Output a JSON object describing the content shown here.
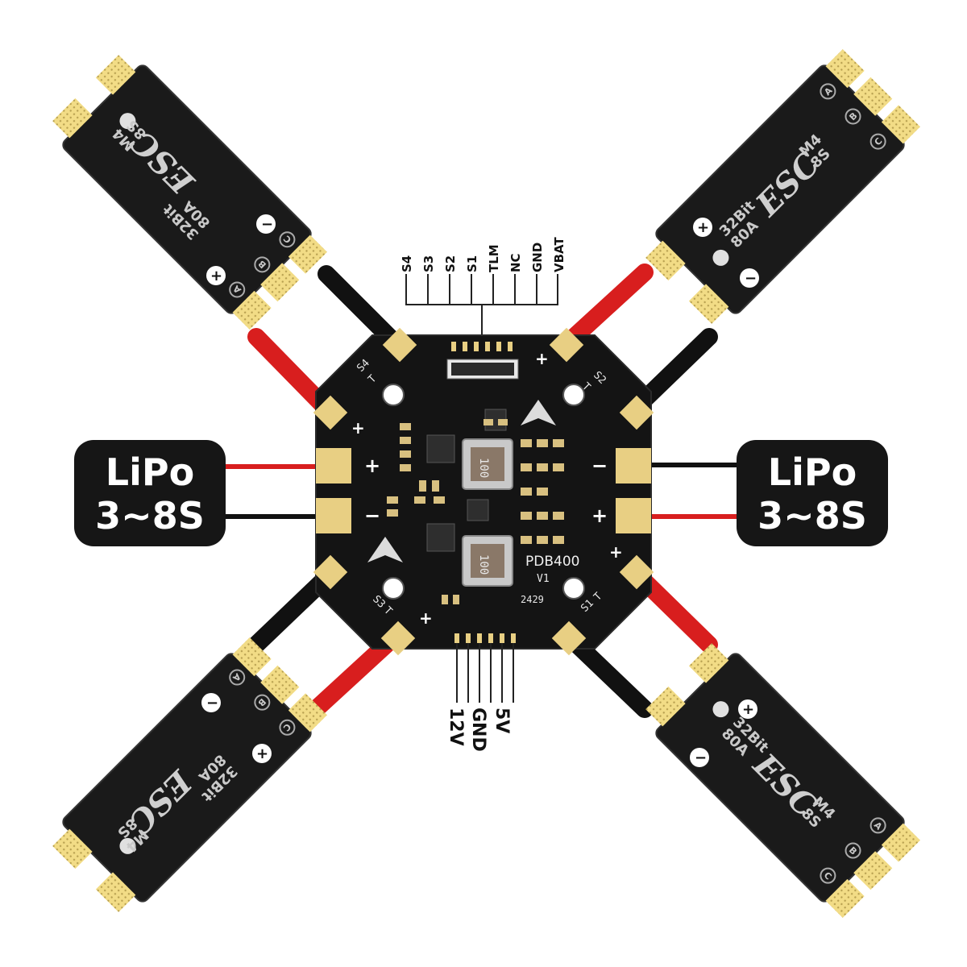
{
  "board": {
    "name": "PDB400",
    "version": "V1",
    "date_code": "2429",
    "inductor_marking": "100"
  },
  "pin_labels_top": [
    "S4",
    "S3",
    "S2",
    "S1",
    "TLM",
    "NC",
    "GND",
    "VBAT"
  ],
  "pin_labels_bottom": [
    "12V",
    "GND",
    "5V"
  ],
  "battery": {
    "left": {
      "line1": "LiPo",
      "line2": "3~8S"
    },
    "right": {
      "line1": "LiPo",
      "line2": "3~8S"
    }
  },
  "esc": {
    "line_bit": "32Bit",
    "line_amps": "80A",
    "line_main": "ESC",
    "line_model": "M4",
    "line_cells": "8S",
    "phase_a": "A",
    "phase_b": "B",
    "phase_c": "C",
    "plus": "+",
    "minus": "−"
  },
  "corner_labels": {
    "top_left": "S4",
    "top_right": "S2",
    "bottom_left": "S3",
    "bottom_right": "S1",
    "signal_suffix": "T"
  },
  "pad_signs": {
    "left_top": "+",
    "left_bottom": "−",
    "right_top": "−",
    "right_bottom": "+"
  },
  "colors": {
    "pcb": "#141414",
    "gold": "#e8cf83",
    "wire_red": "#d81e1e",
    "wire_black": "#111111",
    "esc_body": "#1a1a1a",
    "lipo_box": "#161616"
  }
}
